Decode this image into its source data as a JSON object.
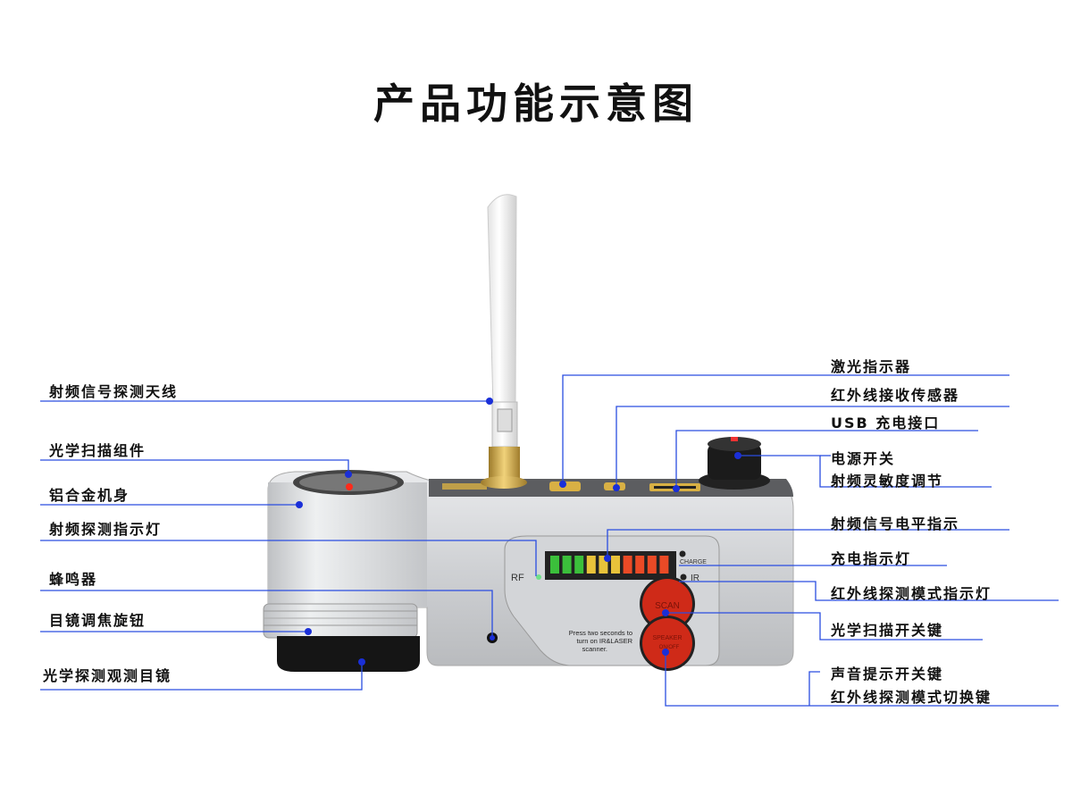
{
  "title": "产品功能示意图",
  "left_labels": [
    "射频信号探测天线",
    "光学扫描组件",
    "铝合金机身",
    "射频探测指示灯",
    "蜂鸣器",
    "目镜调焦旋钮",
    "光学探测观测目镜"
  ],
  "right_labels": [
    "激光指示器",
    "红外线接收传感器",
    "USB 充电接口",
    "电源开关",
    "射频灵敏度调节",
    "射频信号电平指示",
    "充电指示灯",
    "红外线探测模式指示灯",
    "光学扫描开关键",
    "声音提示开关键",
    "红外线探测模式切换键"
  ],
  "device": {
    "rf_label": "RF",
    "charge_label": "CHARGE",
    "ir_label": "IR",
    "scan_button": "SCAN",
    "speaker_button_line1": "SPEAKER",
    "speaker_button_line2": "ON/OFF",
    "instruction_line1": "Press two seconds to",
    "instruction_line2": "turn on IR&LASER",
    "instruction_line3": "scanner.",
    "led_colors": [
      "#3bbf3b",
      "#3bbf3b",
      "#3bbf3b",
      "#e8c23a",
      "#e8c23a",
      "#e8c23a",
      "#ea4a26",
      "#ea4a26",
      "#ea4a26",
      "#ea4a26"
    ]
  },
  "colors": {
    "leader_line": "#2a4de0",
    "dot": "#1a2fd8"
  }
}
